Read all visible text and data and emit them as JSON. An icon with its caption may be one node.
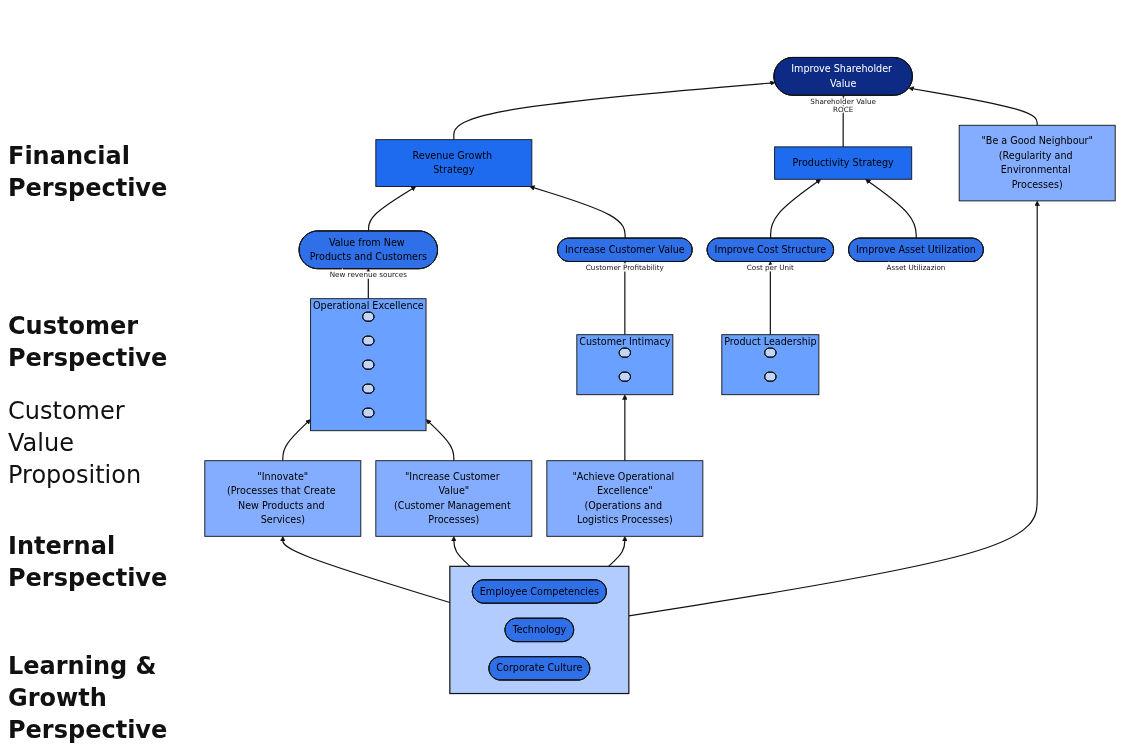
{
  "diagram": {
    "nodes": [
      {
        "text": [
          "Improve Shareholder Value"
        ],
        "beside": [
          "Shareholder Value",
          "ROCE"
        ]
      },
      {
        "text": [
          "Revenue Growth Strategy"
        ]
      },
      {
        "text": [
          "Productivity Strategy"
        ]
      },
      {
        "text": [
          "Value from New Products and Customers"
        ],
        "beside": [
          "New revenue sources"
        ]
      },
      {
        "text": [
          "Increase Customer Value"
        ],
        "beside": [
          "Customer Profitability"
        ]
      },
      {
        "text": [
          "Improve Cost Structure"
        ],
        "beside": [
          "Cost per Unit"
        ]
      },
      {
        "text": [
          "Improve Asset Utilization"
        ],
        "beside": [
          "Asset Utilizazion"
        ]
      },
      {
        "text": [
          "Product Leadership"
        ]
      },
      {
        "text": [],
        "shape": "ellipse",
        "in": 7
      },
      {
        "text": [],
        "shape": "ellipse",
        "in": 7
      },
      {
        "text": [
          "Customer Intimacy"
        ]
      },
      {
        "text": [],
        "shape": "ellipse",
        "in": 10
      },
      {
        "text": [],
        "shape": "ellipse",
        "in": 10
      },
      {
        "text": [
          "Operational Excellence"
        ]
      },
      {
        "text": [],
        "shape": "ellipse",
        "in": 13
      },
      {
        "text": [],
        "shape": "ellipse",
        "in": 13
      },
      {
        "text": [],
        "shape": "ellipse",
        "in": 13
      },
      {
        "text": [],
        "shape": "ellipse",
        "in": 13
      },
      {
        "text": [],
        "shape": "ellipse",
        "in": 13
      },
      {
        "text": [
          "\"Innovate\"",
          "(Processes that Create New Products and Services)"
        ]
      },
      {
        "text": [
          "\"Increase Customer Value\"",
          "(Customer Management Processes)"
        ]
      },
      {
        "text": [
          "\"Achieve Operational Excellence\"",
          "(Operations and Logistics Processes)"
        ]
      },
      {
        "text": [
          "\"Be a Good Neighbour\"",
          "(Regularity and Environmental Processes)"
        ]
      },
      {
        "text": [],
        "shape": "box"
      },
      {
        "text": [
          "Employee Competencies"
        ],
        "in": 23
      },
      {
        "text": [
          "Technology"
        ],
        "in": 23
      },
      {
        "text": [
          "Corporate Culture"
        ],
        "in": 23
      }
    ],
    "edges": [
      {
        "from": 1,
        "to": 0,
        "arrow": "to"
      },
      {
        "from": 2,
        "to": 0,
        "arrow": "to"
      },
      {
        "from": 3,
        "to": 1,
        "arrow": "to"
      },
      {
        "from": 4,
        "to": 1,
        "arrow": "to"
      },
      {
        "from": 5,
        "to": 2,
        "arrow": "to"
      },
      {
        "from": 6,
        "to": 2,
        "arrow": "to"
      },
      {
        "from": 13,
        "to": 3,
        "arrow": "to"
      },
      {
        "from": 10,
        "to": 4,
        "arrow": "to"
      },
      {
        "from": 7,
        "to": 5,
        "arrow": "to"
      },
      {
        "from": 19,
        "to": 13,
        "arrow": "to"
      },
      {
        "from": 20,
        "to": 13,
        "arrow": "to"
      },
      {
        "from": 21,
        "to": 10,
        "arrow": "to"
      },
      {
        "from": 22,
        "to": 0,
        "arrow": "to"
      },
      {
        "from": 23,
        "to": 19,
        "arrow": "to"
      },
      {
        "from": 23,
        "to": 20,
        "arrow": "to"
      },
      {
        "from": 23,
        "to": 21,
        "arrow": "to"
      },
      {
        "from": 23,
        "to": 22,
        "arrow": "to"
      }
    ],
    "labels": [
      "Financial Perspective",
      "Customer Perspective",
      "Customer Value Proposition",
      "Internal Perspective",
      "Learning & Growth Perspective"
    ]
  }
}
